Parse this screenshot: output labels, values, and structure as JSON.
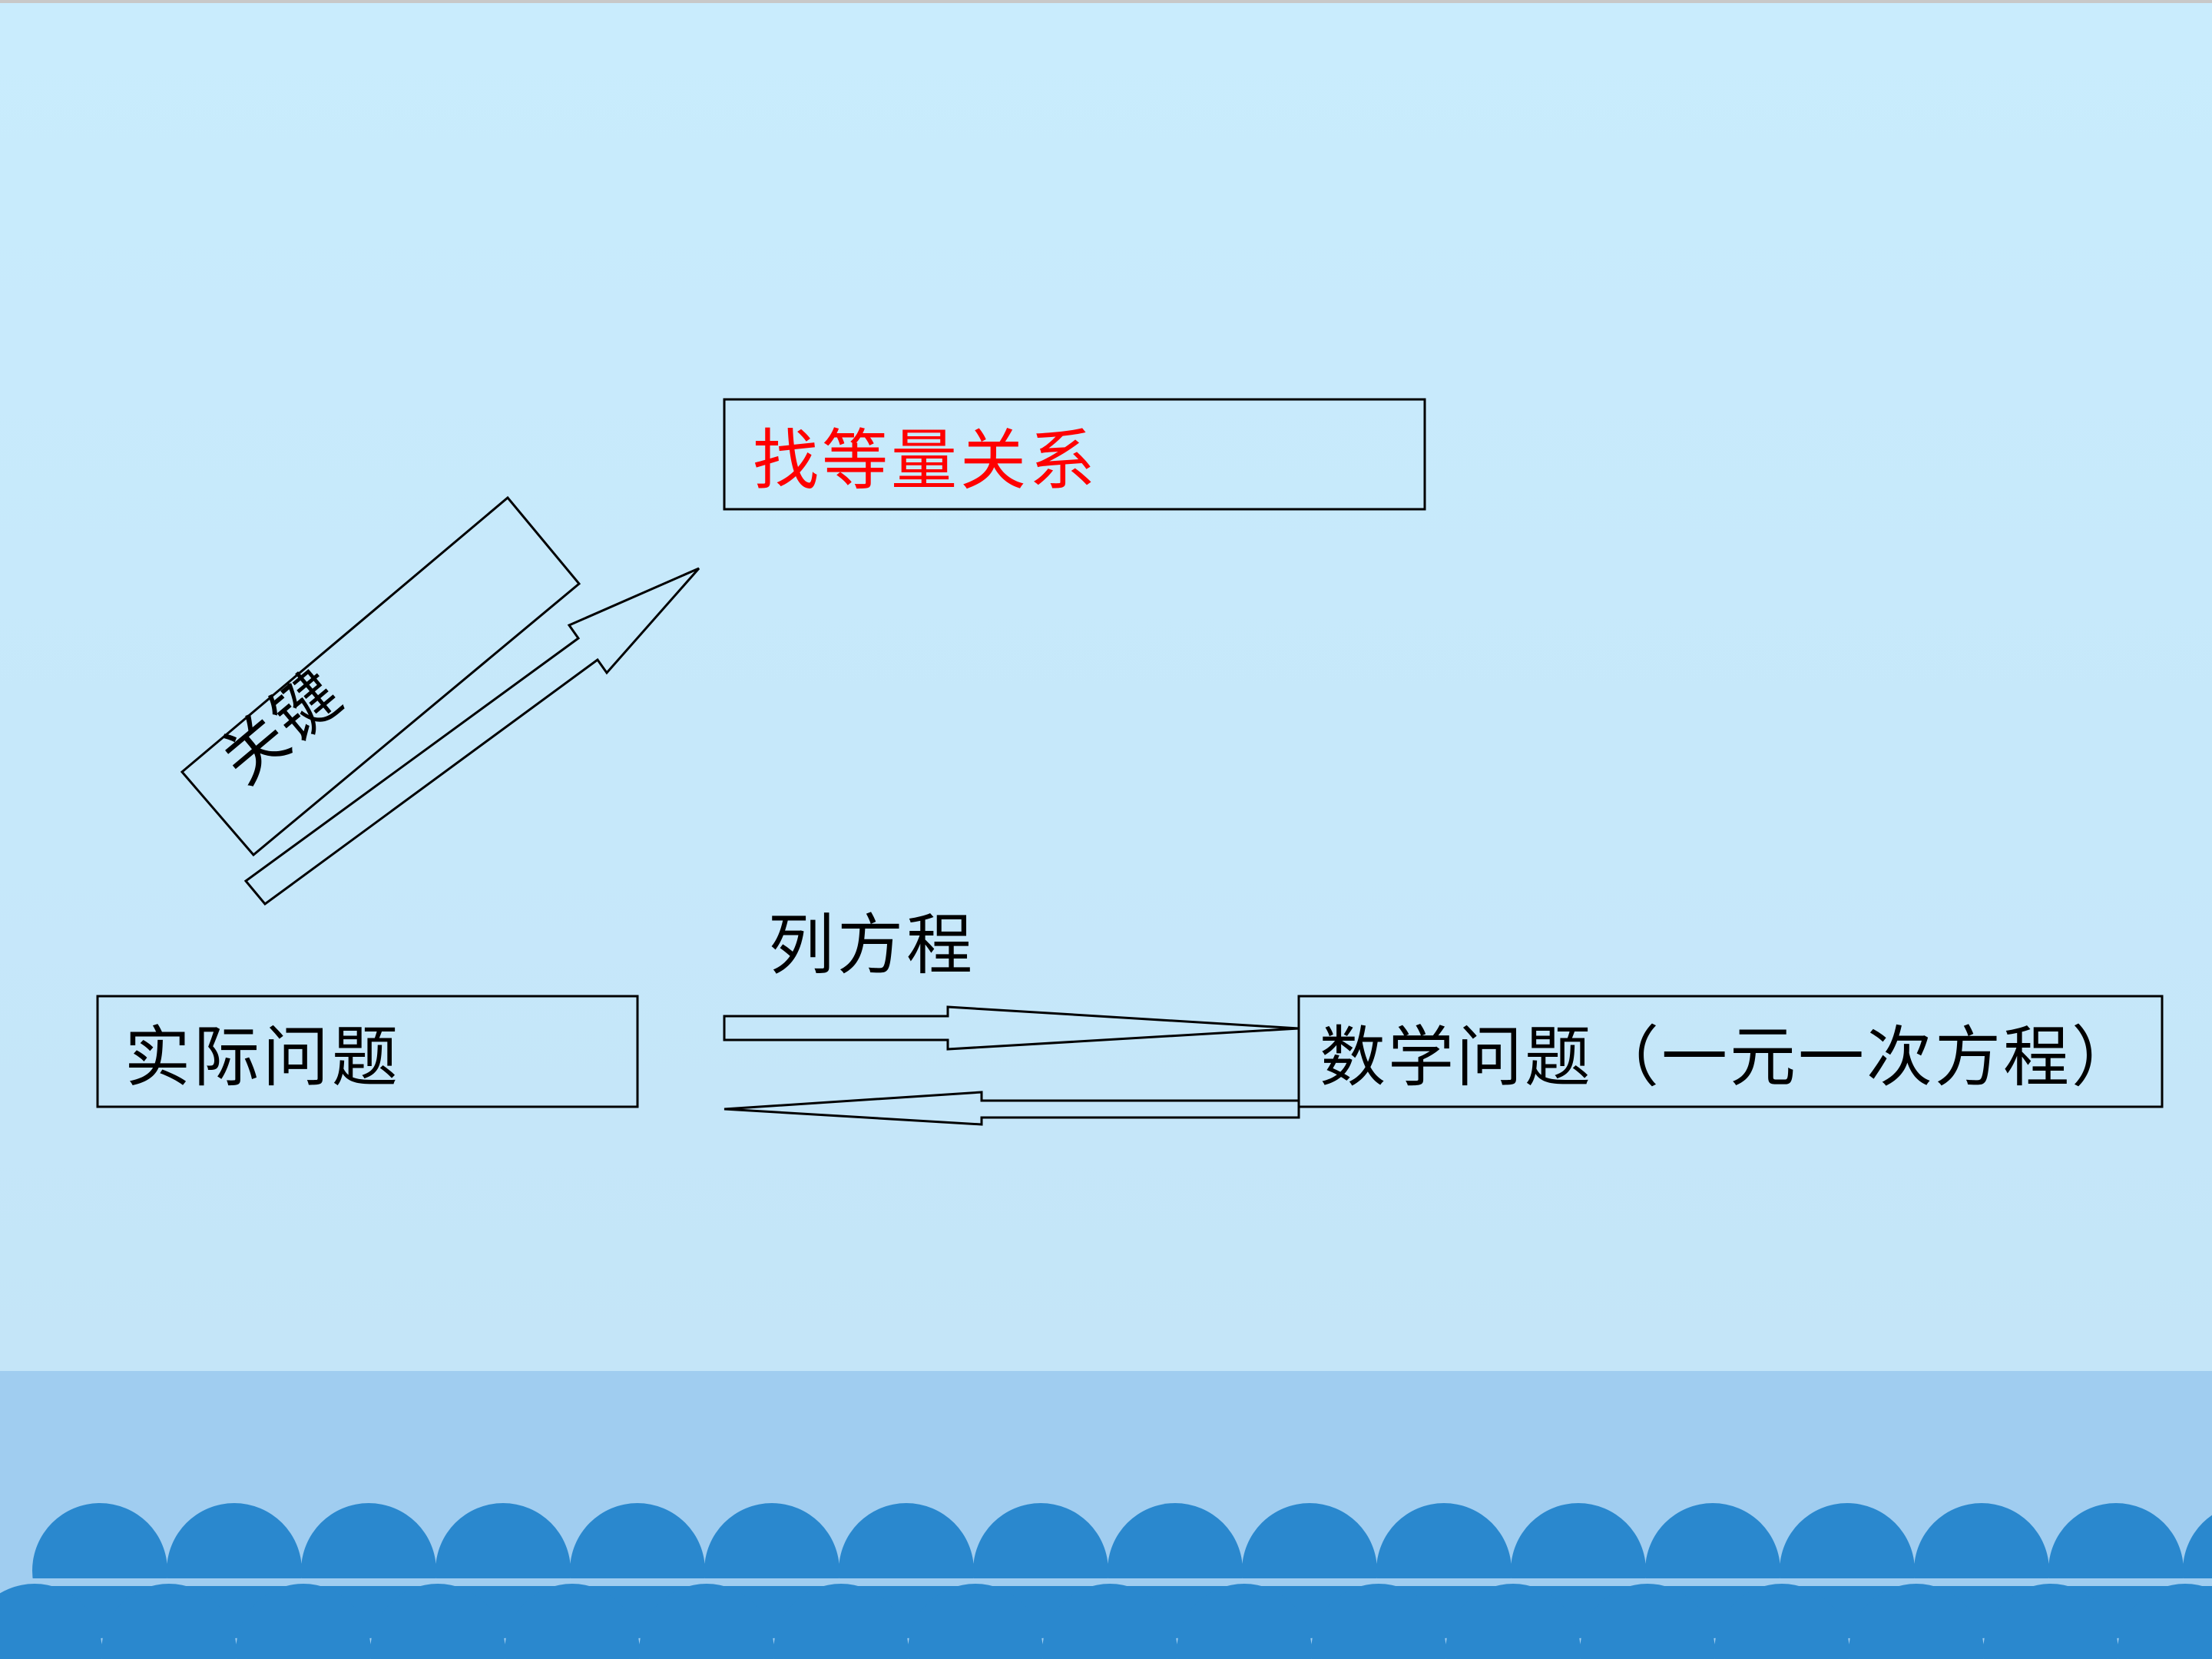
{
  "slide": {
    "background_color": "#C7EAFC",
    "band_color": "#A0CDF0",
    "wave_color": "#2A88CE"
  },
  "diagram": {
    "top_box": {
      "text": "找等量关系",
      "color": "#FF0000"
    },
    "key_box": {
      "text": "关键"
    },
    "left_box": {
      "text": "实际问题"
    },
    "right_box": {
      "text": "数学问题（一元一次方程）"
    },
    "arrow_label": {
      "text": "列方程"
    }
  }
}
